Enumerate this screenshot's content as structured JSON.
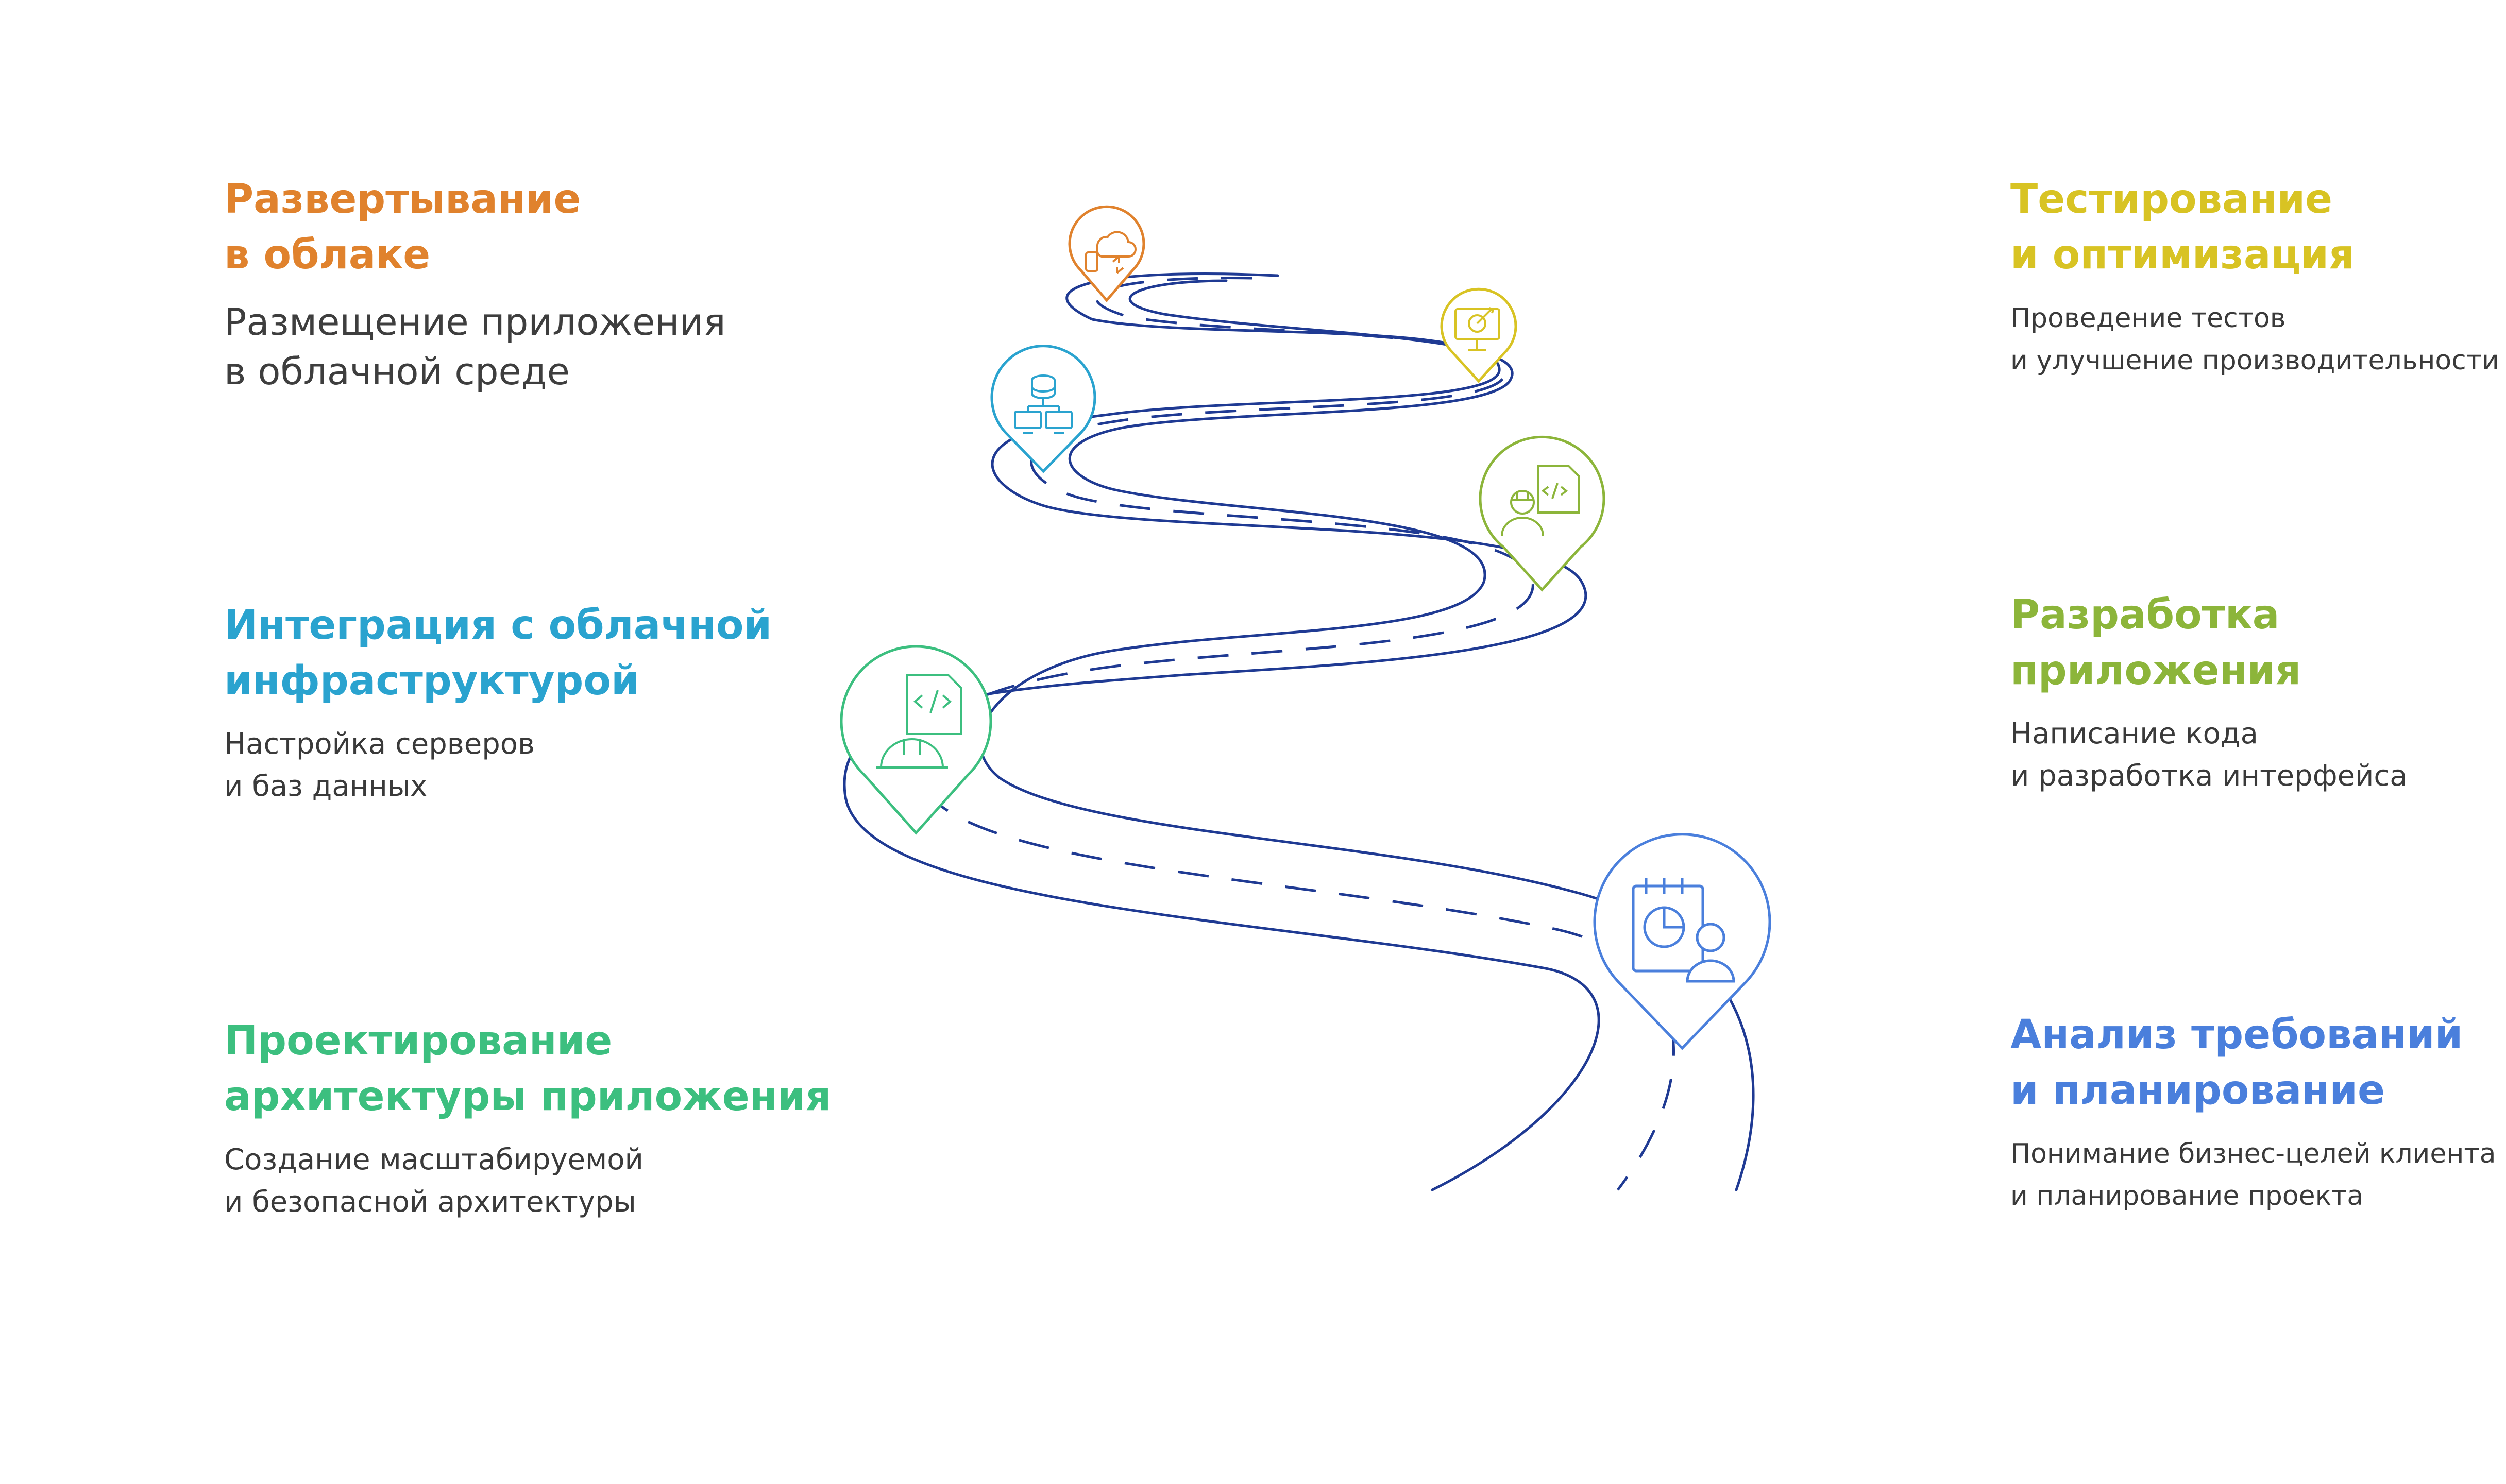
{
  "colors": {
    "road": "#1f3a93",
    "orange": "#e0822d",
    "yellow": "#d8c323",
    "cyan": "#2aa3cf",
    "green_light": "#8cb53a",
    "green": "#3cbf7f",
    "blue": "#4a7fdc"
  },
  "steps": [
    {
      "id": "cloud-deploy",
      "title": [
        "Развертывание",
        "в облаке"
      ],
      "desc": [
        "Размещение приложения",
        "в облачной среде"
      ],
      "icon": "cloud-devices-icon"
    },
    {
      "id": "testing",
      "title": [
        "Тестирование",
        "и оптимизация"
      ],
      "desc": [
        "Проведение тестов",
        "и улучшение производительности"
      ],
      "icon": "monitor-target-icon"
    },
    {
      "id": "integration",
      "title": [
        "Интеграция с облачной",
        "инфраструктурой"
      ],
      "desc": [
        "Настройка серверов",
        "и баз данных"
      ],
      "icon": "database-network-icon"
    },
    {
      "id": "development",
      "title": [
        "Разработка",
        "приложения"
      ],
      "desc": [
        "Написание кода",
        "и разработка интерфейса"
      ],
      "icon": "developer-code-icon"
    },
    {
      "id": "architecture",
      "title": [
        "Проектирование",
        "архитектуры приложения"
      ],
      "desc": [
        "Создание масштабируемой",
        "и безопасной архитектуры"
      ],
      "icon": "hardhat-code-icon"
    },
    {
      "id": "analysis",
      "title": [
        "Анализ требований",
        "и планирование"
      ],
      "desc": [
        "Понимание бизнес-целей клиента",
        "и планирование проекта"
      ],
      "icon": "calendar-chart-user-icon"
    }
  ]
}
